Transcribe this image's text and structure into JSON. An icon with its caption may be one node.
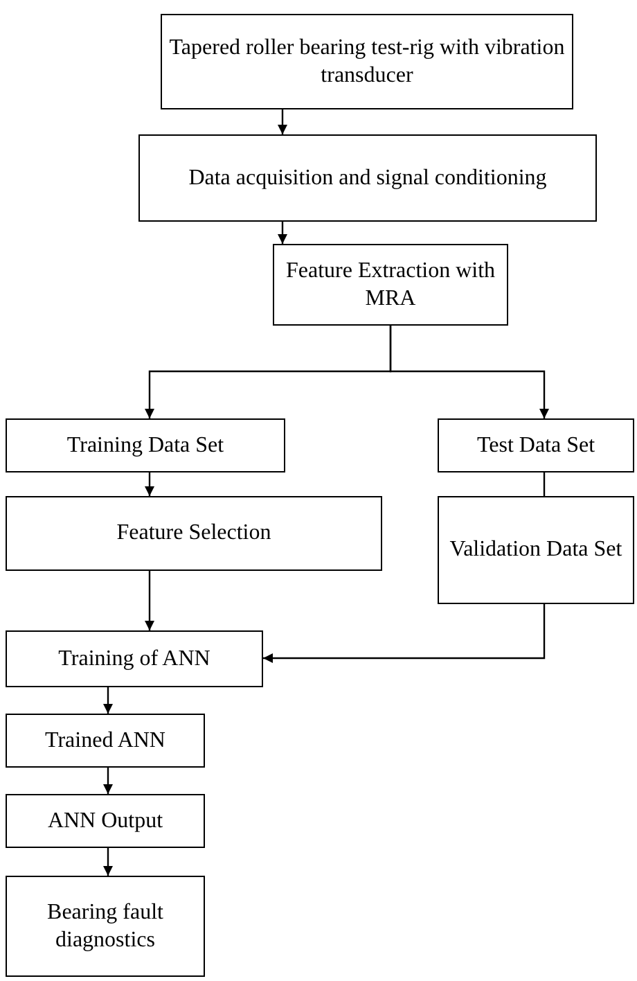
{
  "diagram": {
    "nodes": [
      {
        "text": [
          "Tapered roller bearing test-rig with vibration transducer"
        ]
      },
      {
        "text": [
          "Data acquisition and signal conditioning"
        ]
      },
      {
        "text": [
          "Feature Extraction with MRA"
        ]
      },
      {
        "text": [
          "Training Data Set"
        ]
      },
      {
        "text": [
          "Test Data Set"
        ]
      },
      {
        "text": [
          "Feature Selection"
        ]
      },
      {
        "text": [
          "Validation Data Set"
        ]
      },
      {
        "text": [
          "Training of ANN"
        ]
      },
      {
        "text": [
          "Trained ANN"
        ]
      },
      {
        "text": [
          "ANN Output"
        ]
      },
      {
        "text": [
          "Bearing fault diagnostics"
        ]
      }
    ],
    "edges": [
      {
        "from": 0,
        "to": 1,
        "arrow": "to"
      },
      {
        "from": 1,
        "to": 2,
        "arrow": "to"
      },
      {
        "from": 2,
        "to": 3,
        "arrow": "to"
      },
      {
        "from": 2,
        "to": 4,
        "arrow": "to"
      },
      {
        "from": 3,
        "to": 5,
        "arrow": "to"
      },
      {
        "from": 4,
        "to": 6,
        "arrow": "none"
      },
      {
        "from": 5,
        "to": 7,
        "arrow": "to"
      },
      {
        "from": 6,
        "to": 7,
        "arrow": "to"
      },
      {
        "from": 7,
        "to": 8,
        "arrow": "to"
      },
      {
        "from": 8,
        "to": 9,
        "arrow": "to"
      },
      {
        "from": 9,
        "to": 10,
        "arrow": "to"
      }
    ]
  }
}
